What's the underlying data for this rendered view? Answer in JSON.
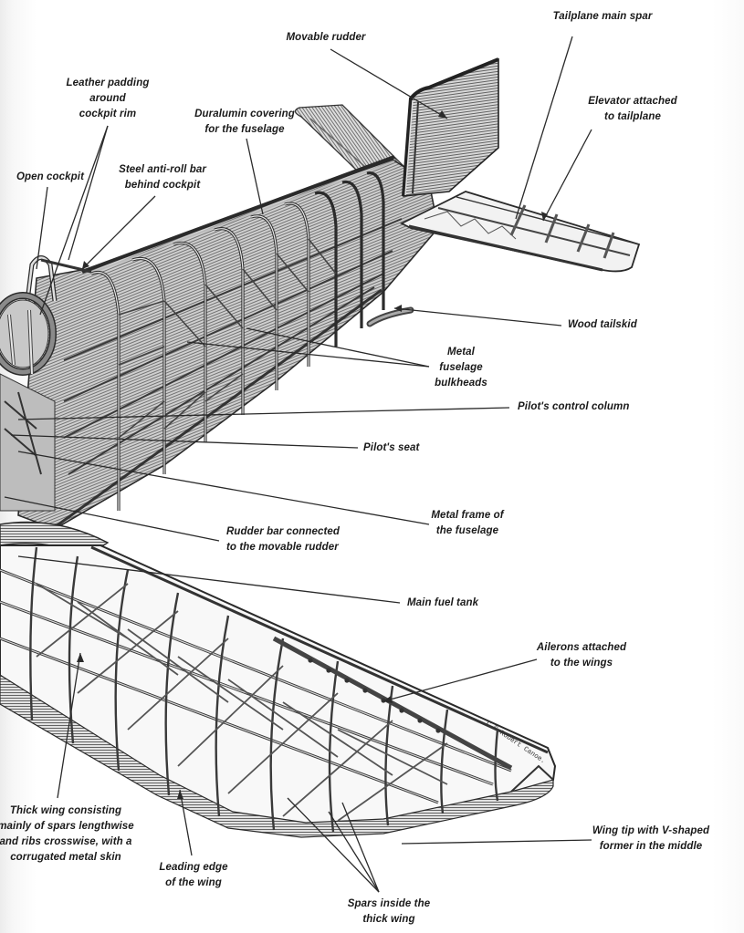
{
  "diagram": {
    "subject": "Cutaway of an early all-metal monoplane (fuselage, tail and thick wing)",
    "credit": "C © Robert Canoe.",
    "colors": {
      "ink": "#1a1a1a",
      "metal_light": "#d9d9d9",
      "metal_mid": "#a8a8a8",
      "metal_dark": "#555555",
      "paper": "#ffffff"
    },
    "labels": [
      {
        "id": "movable-rudder",
        "lines": [
          "Movable rudder"
        ]
      },
      {
        "id": "tailplane-main-spar",
        "lines": [
          "Tailplane main spar"
        ]
      },
      {
        "id": "leather-padding",
        "lines": [
          "Leather padding",
          "around",
          "cockpit rim"
        ]
      },
      {
        "id": "elevator",
        "lines": [
          "Elevator attached",
          "to tailplane"
        ]
      },
      {
        "id": "duralumin-covering",
        "lines": [
          "Duralumin covering",
          "for the fuselage"
        ]
      },
      {
        "id": "open-cockpit",
        "lines": [
          "Open cockpit"
        ]
      },
      {
        "id": "anti-roll-bar",
        "lines": [
          "Steel anti-roll bar",
          "behind cockpit"
        ]
      },
      {
        "id": "wood-tailskid",
        "lines": [
          "Wood tailskid"
        ]
      },
      {
        "id": "fuselage-bulkheads",
        "lines": [
          "Metal",
          "fuselage",
          "bulkheads"
        ]
      },
      {
        "id": "control-column",
        "lines": [
          "Pilot's control column"
        ]
      },
      {
        "id": "pilot-seat",
        "lines": [
          "Pilot's seat"
        ]
      },
      {
        "id": "fuselage-frame",
        "lines": [
          "Metal frame of",
          "the fuselage"
        ]
      },
      {
        "id": "rudder-bar",
        "lines": [
          "Rudder bar connected",
          "to the movable rudder"
        ]
      },
      {
        "id": "fuel-tank",
        "lines": [
          "Main fuel tank"
        ]
      },
      {
        "id": "ailerons",
        "lines": [
          "Ailerons attached",
          "to the wings"
        ]
      },
      {
        "id": "thick-wing",
        "lines": [
          "Thick wing consisting",
          "mainly of spars lengthwise",
          "and ribs crosswise, with a",
          "corrugated metal skin"
        ]
      },
      {
        "id": "leading-edge",
        "lines": [
          "Leading edge",
          "of the wing"
        ]
      },
      {
        "id": "wing-tip",
        "lines": [
          "Wing tip with V-shaped",
          "former in the middle"
        ]
      },
      {
        "id": "wing-spars",
        "lines": [
          "Spars inside the",
          "thick wing"
        ]
      }
    ]
  }
}
